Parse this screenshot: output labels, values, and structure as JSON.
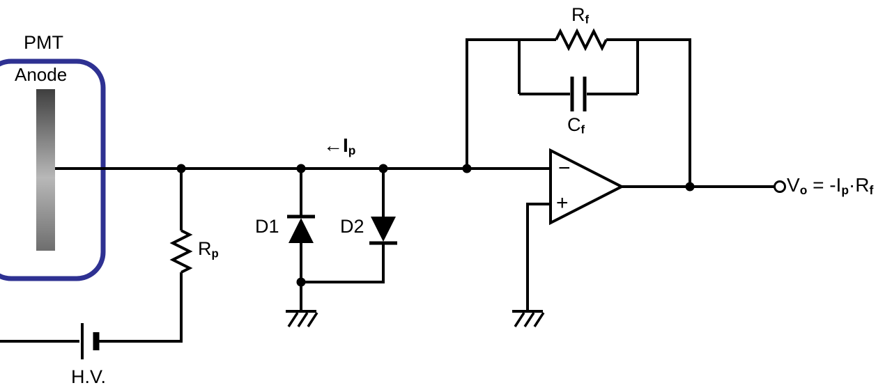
{
  "colors": {
    "pmt_outline": "#2e3192",
    "wire": "#000000",
    "background": "#ffffff",
    "anode_gradient_top": "#3f3f3f",
    "anode_gradient_mid": "#b8b8b8",
    "anode_gradient_bottom": "#6e6e6e"
  },
  "labels": {
    "pmt": "PMT",
    "anode": "Anode",
    "rp_base": "R",
    "rp_sub": "p",
    "ip_arrow": "←",
    "ip_base": "I",
    "ip_sub": "p",
    "d1": "D1",
    "d2": "D2",
    "hv": "H.V.",
    "rf_base": "R",
    "rf_sub": "f",
    "cf_base": "C",
    "cf_sub": "f",
    "opamp_minus": "−",
    "opamp_plus": "+",
    "vo_base": "V",
    "vo_sub": "o",
    "vo_equals_minus_i": " = -I",
    "vo_i_sub": "p",
    "vo_dot_r": "·R",
    "vo_r_sub": "f"
  }
}
